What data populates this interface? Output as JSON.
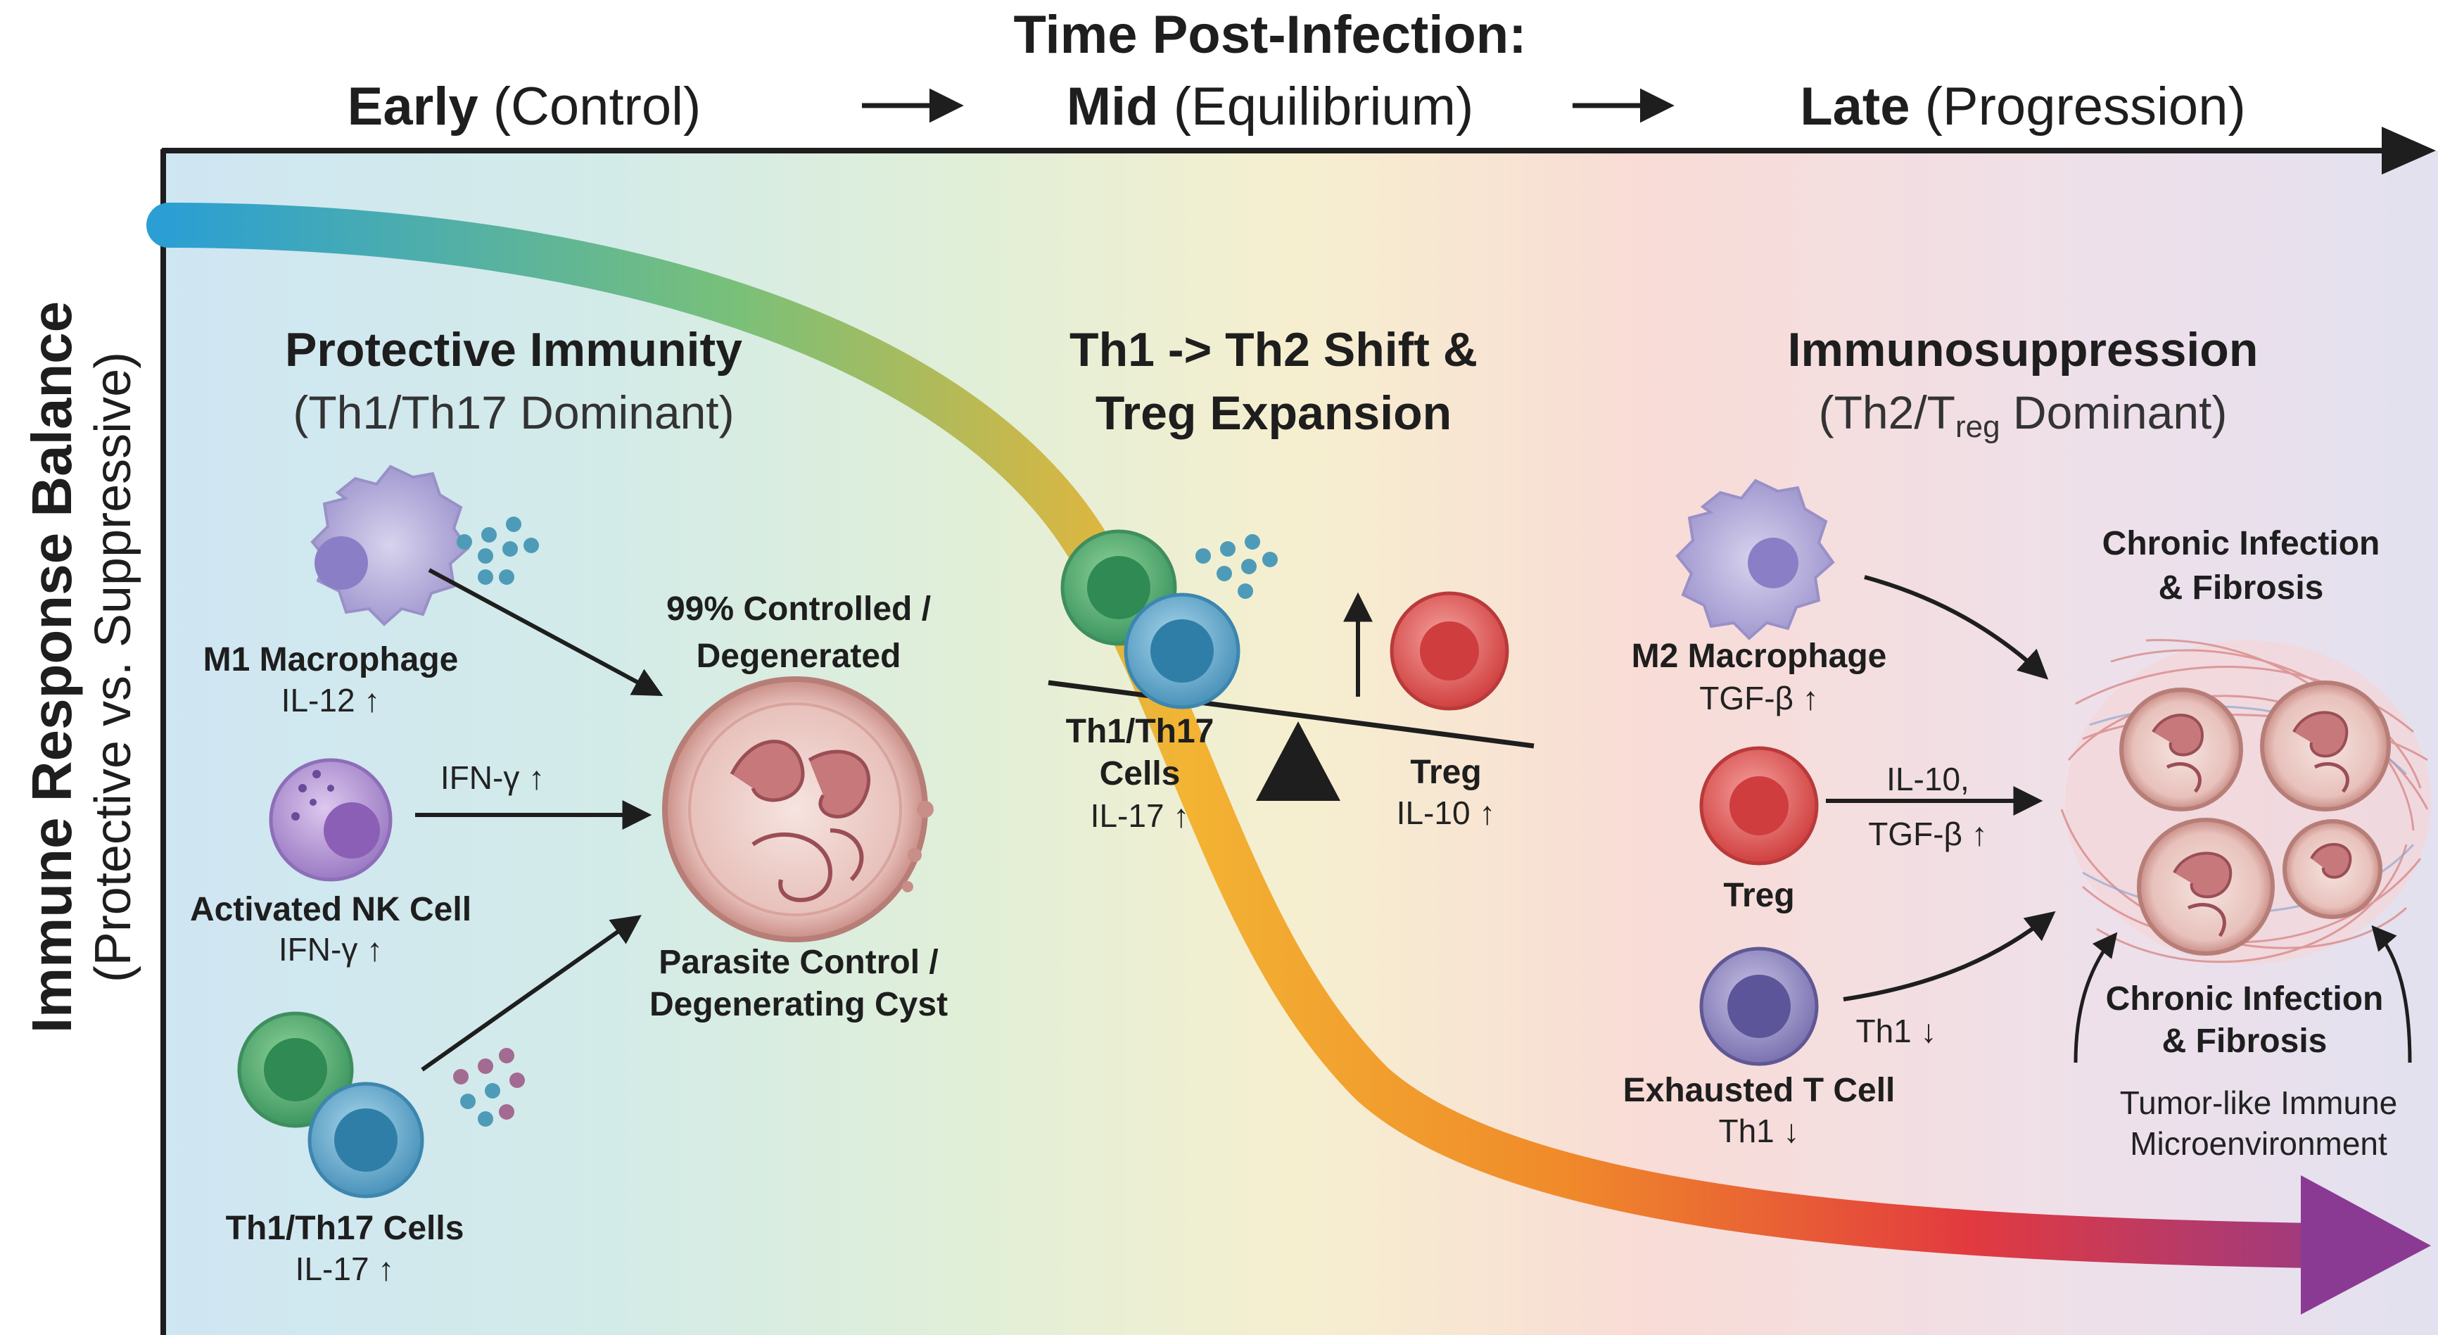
{
  "time_axis": {
    "title": "Time Post-Infection:",
    "early": {
      "bold": "Early",
      "rest": "(Control)"
    },
    "mid": {
      "bold": "Mid",
      "rest": "(Equilibrium)"
    },
    "late": {
      "bold": "Late",
      "rest": "(Progression)"
    }
  },
  "y_axis": {
    "line1": "Immune Response Balance",
    "line2": "(Protective vs. Suppressive)"
  },
  "early_phase": {
    "title": "Protective Immunity",
    "subtitle": "(Th1/Th17 Dominant)",
    "m1": {
      "name": "M1 Macrophage",
      "cytokine": "IL-12 ↑"
    },
    "nk": {
      "name": "Activated NK Cell",
      "cytokine": "IFN-γ ↑",
      "arrow_label": "IFN-γ ↑"
    },
    "th": {
      "name": "Th1/Th17 Cells",
      "cytokine": "IL-17 ↑"
    },
    "outcome_top": {
      "line1": "99% Controlled /",
      "line2": "Degenerated"
    },
    "outcome_bottom": {
      "line1": "Parasite Control /",
      "line2": "Degenerating Cyst"
    }
  },
  "mid_phase": {
    "title_line1": "Th1 -> Th2 Shift &",
    "title_line2": "Treg Expansion",
    "th": {
      "line1": "Th1/Th17",
      "line2": "Cells",
      "cytokine": "IL-17 ↑"
    },
    "treg": {
      "name": "Treg",
      "cytokine": "IL-10 ↑"
    }
  },
  "late_phase": {
    "title": "Immunosuppression",
    "subtitle_pre": "(Th2/T",
    "subtitle_sub": "reg",
    "subtitle_post": " Dominant)",
    "m2": {
      "name": "M2 Macrophage",
      "cytokine": "TGF-β ↑"
    },
    "treg": {
      "name": "Treg",
      "arrow_line1": "IL-10,",
      "arrow_line2": "TGF-β ↑"
    },
    "exhausted": {
      "name": "Exhausted T Cell",
      "cytokine": "Th1 ↓",
      "arrow_label": "Th1 ↓"
    },
    "outcome_top": {
      "line1": "Chronic Infection",
      "line2": "& Fibrosis"
    },
    "outcome_mid": {
      "line1": "Chronic Infection",
      "line2": "& Fibrosis"
    },
    "outcome_bottom": {
      "line1": "Tumor-like Immune",
      "line2": "Microenvironment"
    }
  },
  "colors": {
    "bg_blue": "#cfe6f2",
    "bg_green": "#dfeed8",
    "bg_yellow": "#f6efcf",
    "bg_pink": "#f8dcd8",
    "bg_lavender": "#e6e2ef",
    "m_cell": "#b3acd8",
    "th_green": "#4ba86a",
    "th_blue": "#5aa3c7",
    "treg_red": "#d94a48",
    "exhausted": "#6f67a8",
    "nk": "#9a7ac2"
  }
}
